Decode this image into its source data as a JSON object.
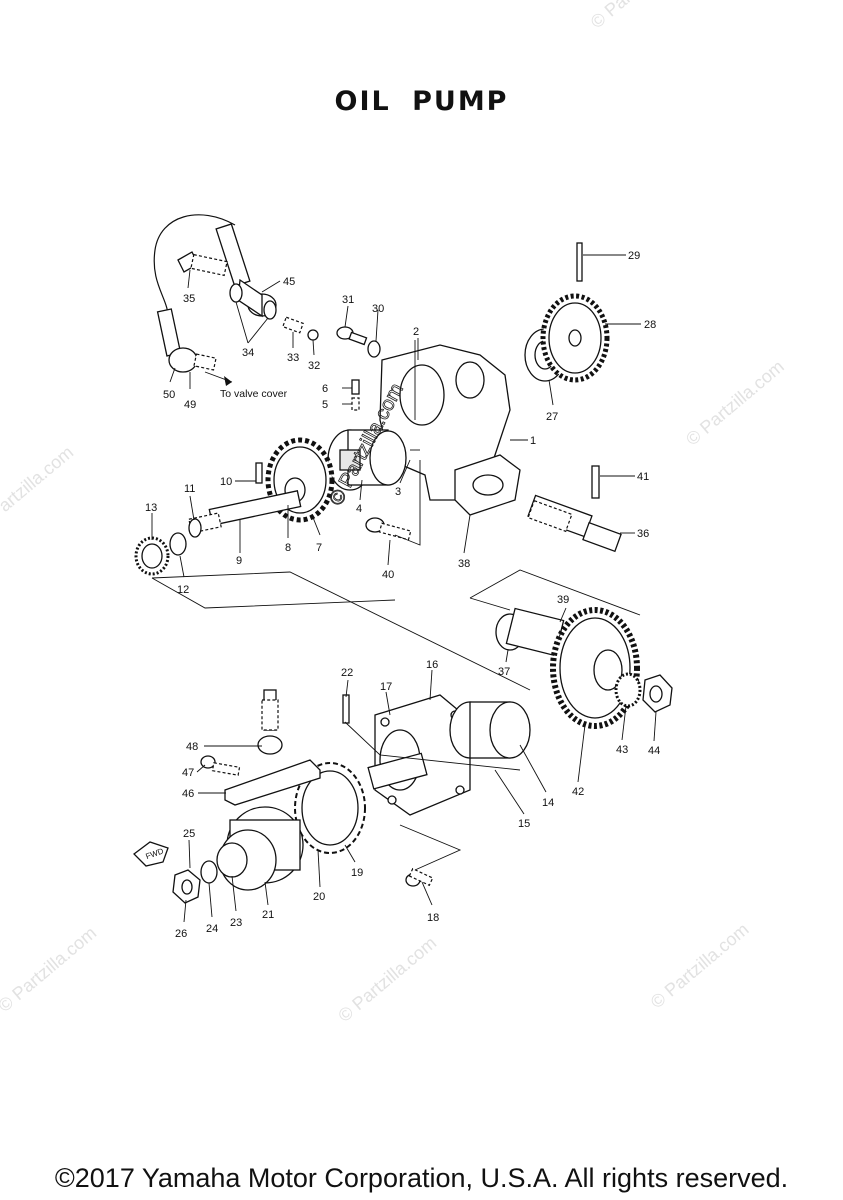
{
  "title": "OIL PUMP",
  "copyright": "©2017 Yamaha Motor Corporation, U.S.A. All rights reserved.",
  "watermark": "© Partzilla.com",
  "watermark_center": "© Partzilla.com",
  "note_valve_cover": "To valve cover",
  "fwd_label": "FWD",
  "callouts": [
    "1",
    "2",
    "3",
    "4",
    "5",
    "6",
    "7",
    "8",
    "9",
    "10",
    "11",
    "12",
    "13",
    "14",
    "15",
    "16",
    "17",
    "18",
    "19",
    "20",
    "21",
    "22",
    "23",
    "24",
    "25",
    "26",
    "27",
    "28",
    "29",
    "30",
    "31",
    "32",
    "33",
    "34",
    "35",
    "36",
    "37",
    "38",
    "39",
    "40",
    "41",
    "42",
    "43",
    "44",
    "45",
    "46",
    "47",
    "48",
    "49",
    "50"
  ],
  "colors": {
    "line": "#111111",
    "watermark": "#e2e2e2",
    "background": "#ffffff"
  }
}
